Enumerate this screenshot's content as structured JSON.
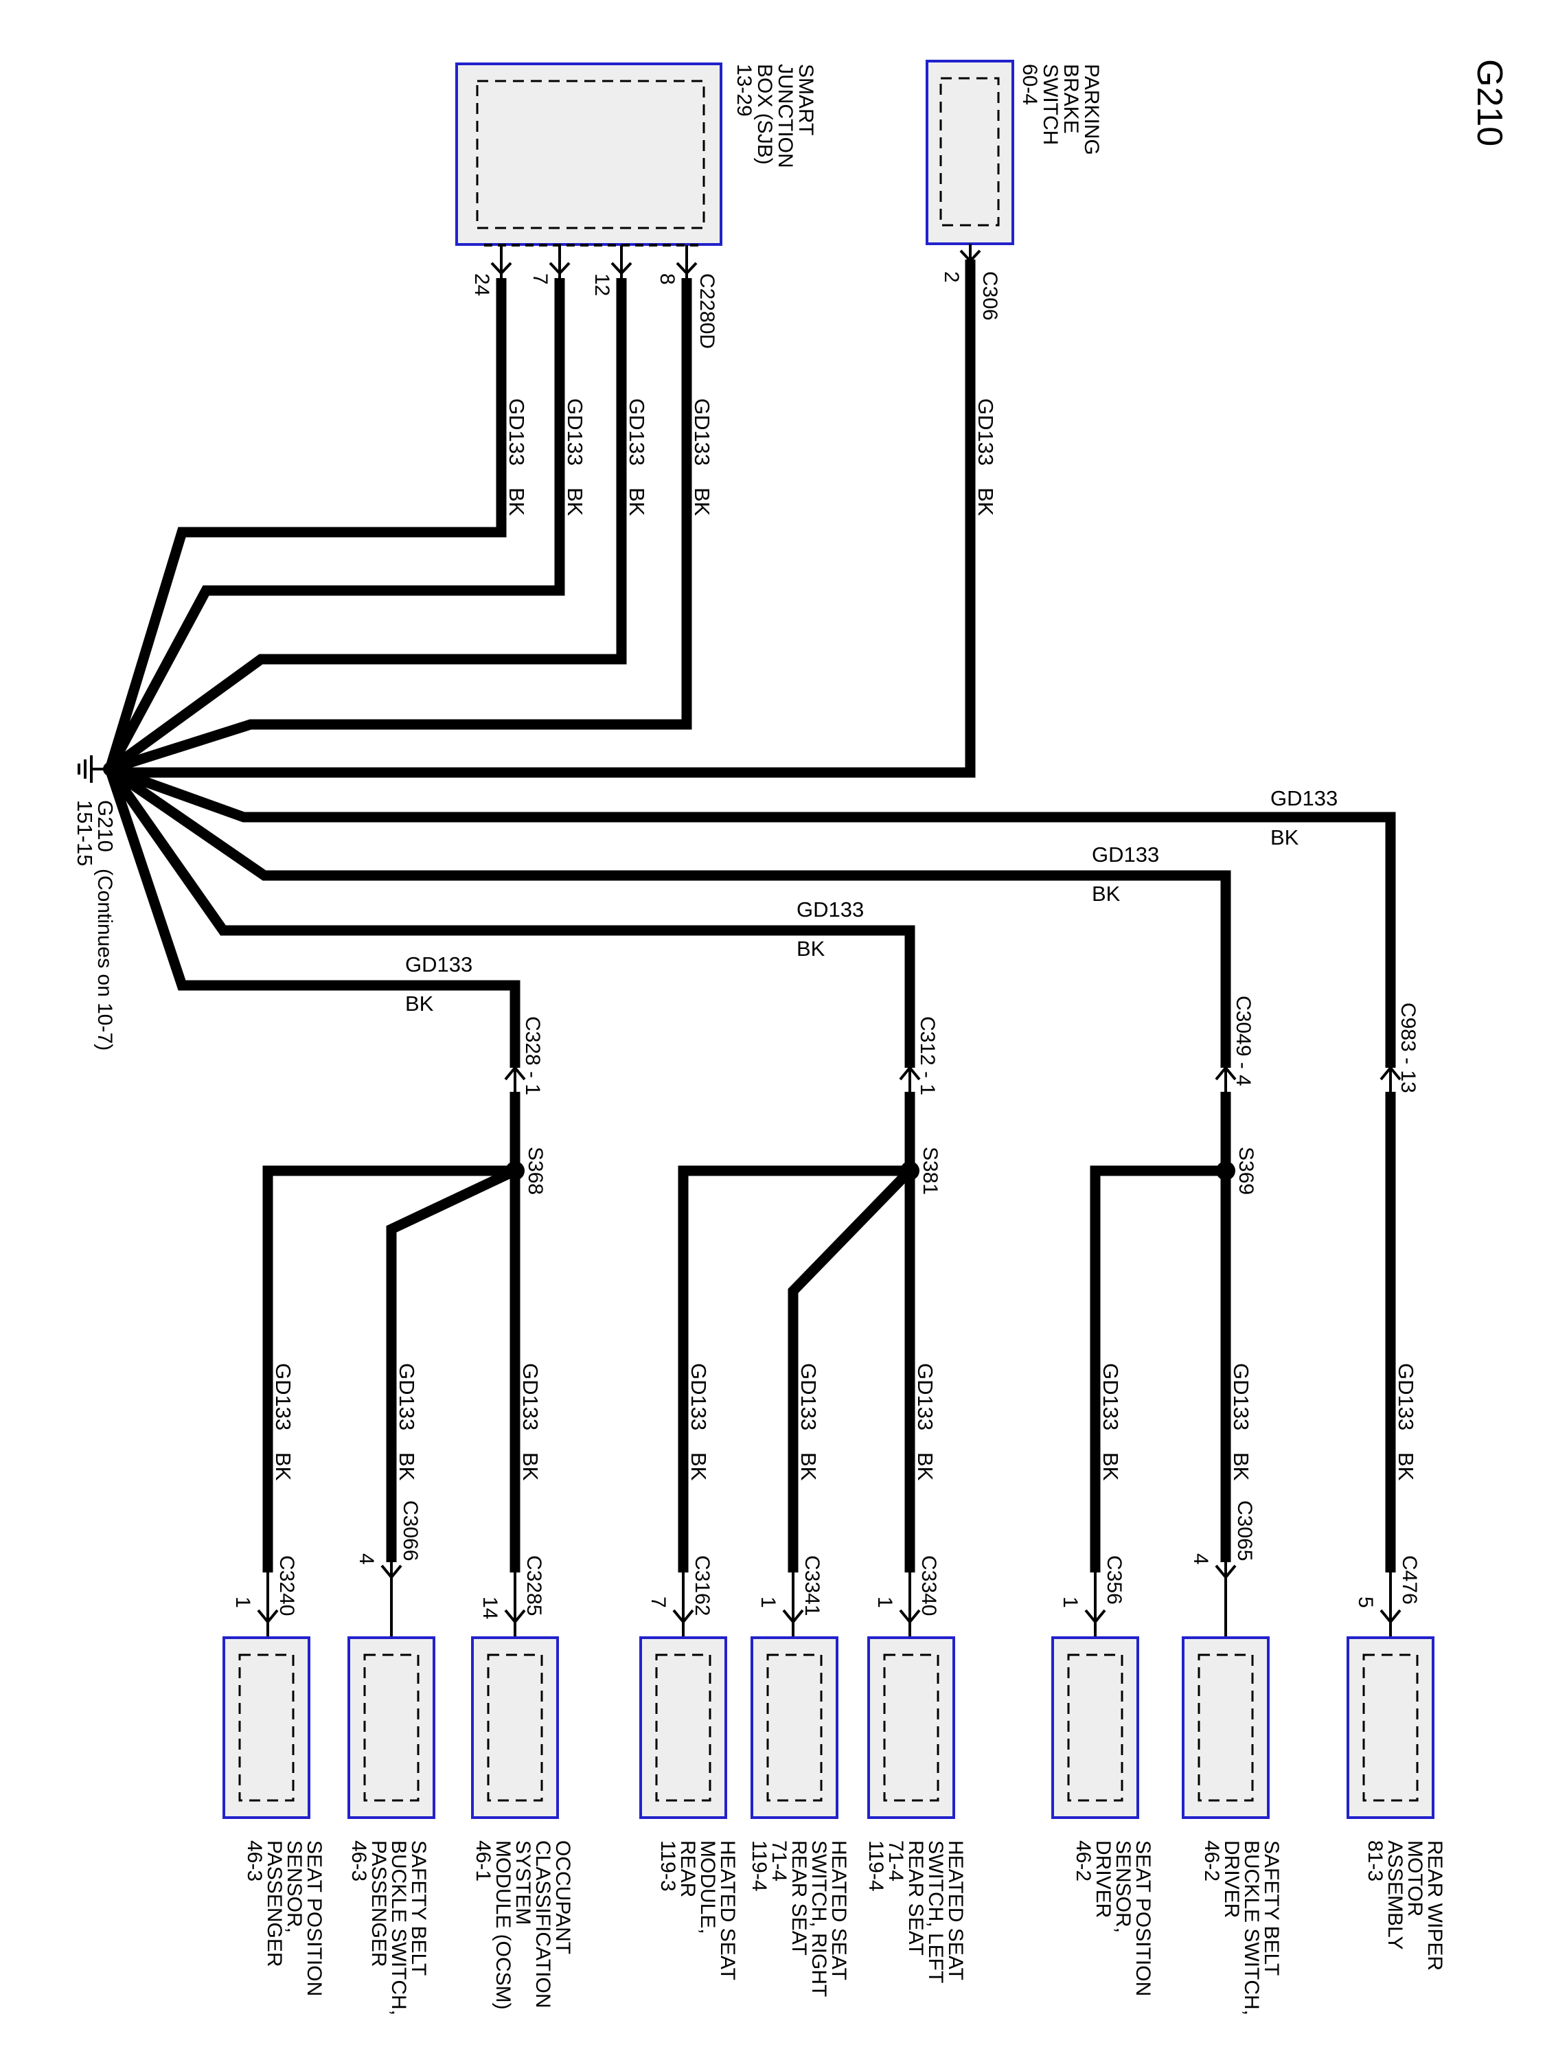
{
  "diagram": {
    "title": "G210",
    "ground": {
      "name": "G210",
      "page": "151-15",
      "note": "(Continues on 10-7)"
    },
    "components": {
      "sjb": {
        "lines": [
          "SMART",
          "JUNCTION",
          "BOX (SJB)",
          "13-29"
        ]
      },
      "parking_brake": {
        "lines": [
          "PARKING",
          "BRAKE",
          "SWITCH",
          "60-4"
        ]
      },
      "seat_pos_passenger": {
        "lines": [
          "SEAT POSITION",
          "SENSOR,",
          "PASSENGER",
          "46-3"
        ]
      },
      "belt_passenger": {
        "lines": [
          "SAFETY BELT",
          "BUCKLE SWITCH,",
          "PASSENGER",
          "46-3"
        ]
      },
      "ocsm": {
        "lines": [
          "OCCUPANT",
          "CLASSIFICATION",
          "SYSTEM",
          "MODULE (OCSM)",
          "46-1"
        ]
      },
      "heated_rear": {
        "lines": [
          "HEATED SEAT",
          "MODULE,",
          "REAR",
          "119-3"
        ]
      },
      "heated_right": {
        "lines": [
          "HEATED SEAT",
          "SWITCH, RIGHT",
          "REAR SEAT",
          "71-4",
          "119-4"
        ]
      },
      "heated_left": {
        "lines": [
          "HEATED SEAT",
          "SWITCH, LEFT",
          "REAR SEAT",
          "71-4",
          "119-4"
        ]
      },
      "seat_pos_driver": {
        "lines": [
          "SEAT POSITION",
          "SENSOR,",
          "DRIVER",
          "46-2"
        ]
      },
      "belt_driver": {
        "lines": [
          "SAFETY BELT",
          "BUCKLE SWITCH,",
          "DRIVER",
          "46-2"
        ]
      },
      "rear_wiper": {
        "lines": [
          "REAR WIPER",
          "MOTOR",
          "ASSEMBLY",
          "81-3"
        ]
      }
    },
    "connectors": {
      "c2280d": {
        "name": "C2280D",
        "pins": [
          "24",
          "7",
          "12",
          "8"
        ]
      },
      "c306": {
        "name": "C306",
        "pin": "2"
      },
      "c328": "C328 - 1",
      "c312": "C312 - 1",
      "c3049": "C3049 - 4",
      "c983": "C983 - 13",
      "c3240": {
        "name": "C3240",
        "pin": "1"
      },
      "c3066": {
        "name": "C3066",
        "pin": "4"
      },
      "c3285": {
        "name": "C3285",
        "pin": "14"
      },
      "c3162": {
        "name": "C3162",
        "pin": "7"
      },
      "c3341": {
        "name": "C3341",
        "pin": "1"
      },
      "c3340": {
        "name": "C3340",
        "pin": "1"
      },
      "c356": {
        "name": "C356",
        "pin": "1"
      },
      "c3065": {
        "name": "C3065",
        "pin": "4"
      },
      "c476": {
        "name": "C476",
        "pin": "5"
      }
    },
    "splices": {
      "s368": "S368",
      "s381": "S381",
      "s369": "S369"
    },
    "wire": {
      "circuit": "GD133",
      "color": "BK"
    }
  }
}
